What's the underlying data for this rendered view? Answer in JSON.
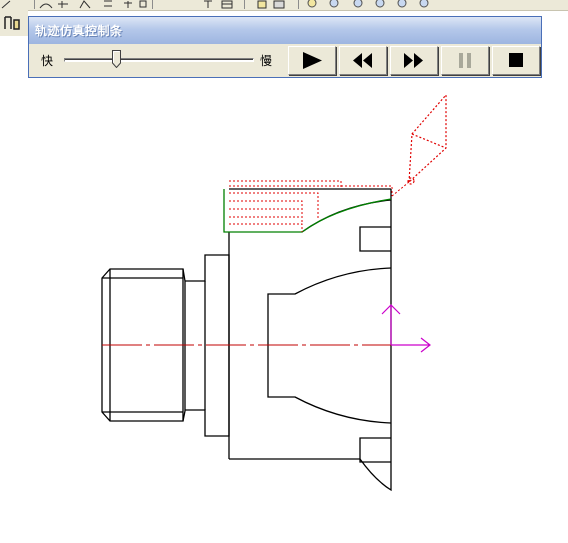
{
  "sim_window": {
    "title": "轨迹仿真控制条",
    "speed_fast_label": "快",
    "speed_slow_label": "慢",
    "speed_value": 0.27
  },
  "controls": [
    {
      "name": "play-button",
      "icon": "play-icon"
    },
    {
      "name": "rewind-button",
      "icon": "rewind-icon"
    },
    {
      "name": "fast-forward-button",
      "icon": "fast-forward-icon"
    },
    {
      "name": "pause-button",
      "icon": "pause-icon",
      "disabled": true
    },
    {
      "name": "stop-button",
      "icon": "stop-icon"
    }
  ],
  "colors": {
    "part_outline": "#000000",
    "centerline": "#c00000",
    "tool_path": "#e00000",
    "finished_profile": "#008000",
    "axis": "#cc00cc",
    "titlebar": "#9db5e0",
    "disabled_icon": "#a8a89a"
  }
}
